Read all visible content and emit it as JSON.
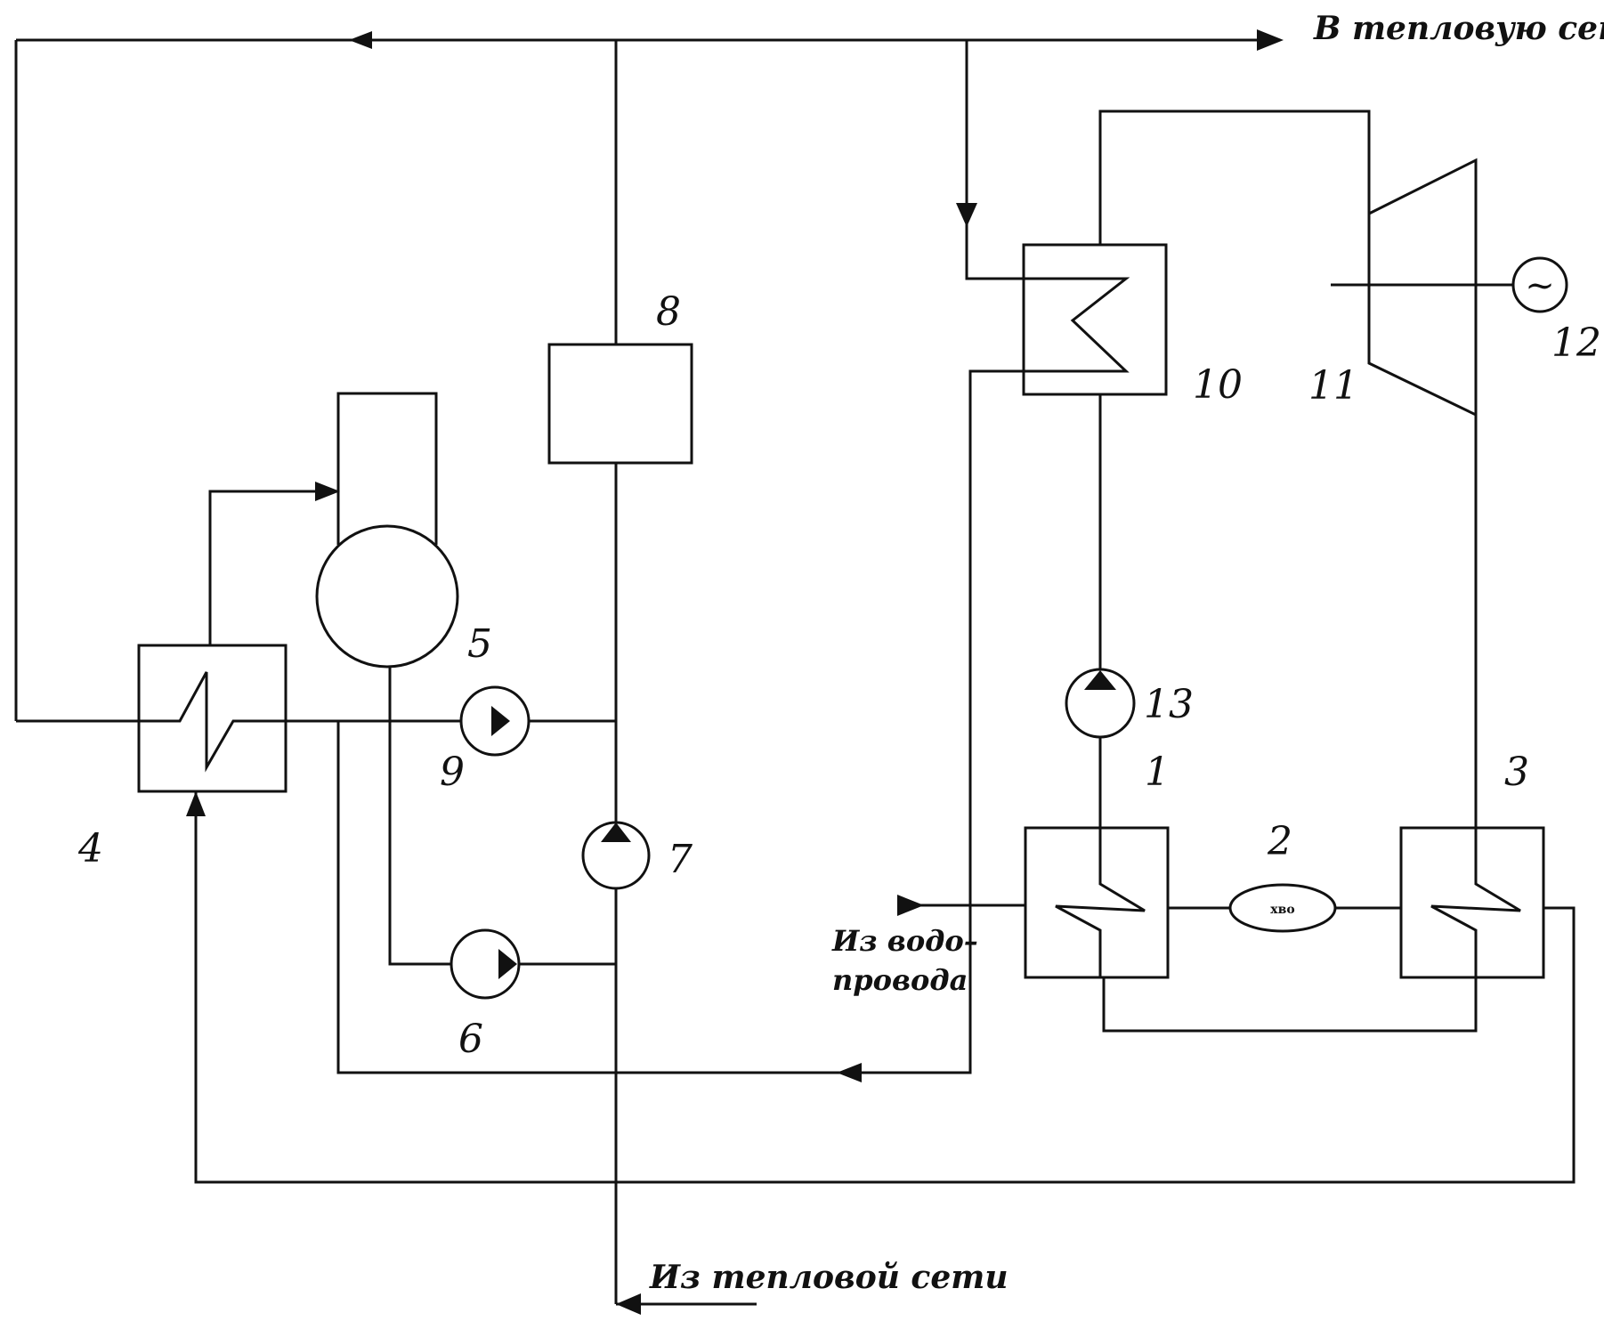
{
  "labels": {
    "to_network": "В тепловую сеть",
    "from_network": "Из тепловой сети",
    "from_water_1": "Из водо–",
    "from_water_2": "провода",
    "hvo": "хво"
  },
  "numbers": {
    "n1": "1",
    "n2": "2",
    "n3": "3",
    "n4": "4",
    "n5": "5",
    "n6": "6",
    "n7": "7",
    "n8": "8",
    "n9": "9",
    "n10": "10",
    "n11": "11",
    "n12": "12",
    "n13": "13"
  },
  "generator_symbol": "~"
}
